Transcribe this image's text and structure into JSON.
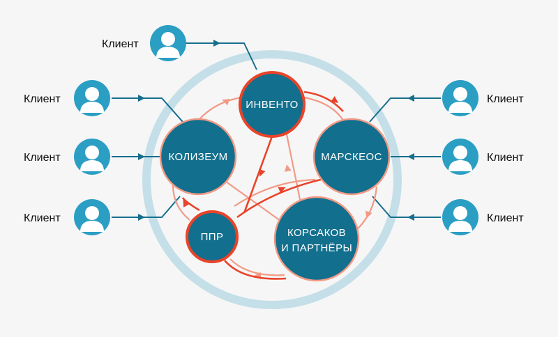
{
  "colors": {
    "background": "#f6f6f6",
    "node_fill": "#126f8d",
    "ring": "#c4dfe8",
    "client_link": "#186e8d",
    "relation_light": "#f29a86",
    "relation_strong": "#e8442a",
    "avatar_fill": "#2b9ec4",
    "avatar_icon": "#ffffff"
  },
  "clients": {
    "top": {
      "label": "Клиент",
      "icon": "user-icon"
    },
    "left": [
      {
        "label": "Клиент",
        "icon": "user-icon"
      },
      {
        "label": "Клиент",
        "icon": "user-icon"
      },
      {
        "label": "Клиент",
        "icon": "user-icon"
      }
    ],
    "right": [
      {
        "label": "Клиент",
        "icon": "user-icon"
      },
      {
        "label": "Клиент",
        "icon": "user-icon"
      },
      {
        "label": "Клиент",
        "icon": "user-icon"
      }
    ]
  },
  "nodes": {
    "invento": {
      "label": "ИНВЕНТО"
    },
    "koliseum": {
      "label": "КОЛИЗЕУМ"
    },
    "marskeos": {
      "label": "МАРСКЕОС"
    },
    "ppr": {
      "label": "ППР"
    },
    "korsakov": {
      "line1": "КОРСАКОВ",
      "line2": "И ПАРТНЁРЫ"
    }
  }
}
